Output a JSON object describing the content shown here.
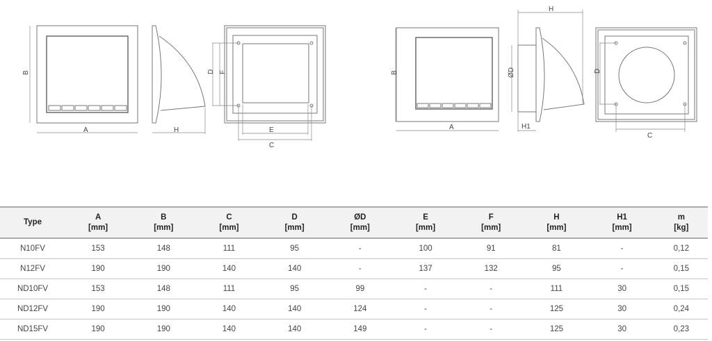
{
  "drawing_labels": {
    "left": {
      "a": "A",
      "b": "B",
      "h": "H",
      "d": "D",
      "f": "F",
      "e": "E",
      "c": "C"
    },
    "right": {
      "a": "A",
      "b": "B",
      "h": "H",
      "od": "ØD",
      "h1": "H1",
      "d": "D",
      "c": "C"
    }
  },
  "table": {
    "headers": [
      {
        "name": "Type",
        "unit": ""
      },
      {
        "name": "A",
        "unit": "[mm]"
      },
      {
        "name": "B",
        "unit": "[mm]"
      },
      {
        "name": "C",
        "unit": "[mm]"
      },
      {
        "name": "D",
        "unit": "[mm]"
      },
      {
        "name": "ØD",
        "unit": "[mm]"
      },
      {
        "name": "E",
        "unit": "[mm]"
      },
      {
        "name": "F",
        "unit": "[mm]"
      },
      {
        "name": "H",
        "unit": "[mm]"
      },
      {
        "name": "H1",
        "unit": "[mm]"
      },
      {
        "name": "m",
        "unit": "[kg]"
      }
    ],
    "rows": [
      [
        "N10FV",
        "153",
        "148",
        "111",
        "95",
        "-",
        "100",
        "91",
        "81",
        "-",
        "0,12"
      ],
      [
        "N12FV",
        "190",
        "190",
        "140",
        "140",
        "-",
        "137",
        "132",
        "95",
        "-",
        "0,15"
      ],
      [
        "ND10FV",
        "153",
        "148",
        "111",
        "95",
        "99",
        "-",
        "-",
        "111",
        "30",
        "0,15"
      ],
      [
        "ND12FV",
        "190",
        "190",
        "140",
        "140",
        "124",
        "-",
        "-",
        "125",
        "30",
        "0,24"
      ],
      [
        "ND15FV",
        "190",
        "190",
        "140",
        "140",
        "149",
        "-",
        "-",
        "125",
        "30",
        "0,23"
      ]
    ]
  }
}
